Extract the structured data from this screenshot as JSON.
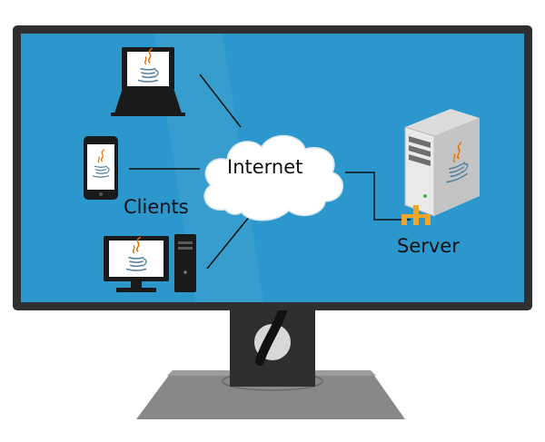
{
  "labels": {
    "internet": "Internet",
    "clients": "Clients",
    "server": "Server"
  },
  "colors": {
    "screen_blue": "#2b97cc",
    "bezel": "#2f2f2f",
    "stand_gray": "#8b8b8b",
    "cloud_white": "#ffffff",
    "java_red": "#e76f00",
    "java_blue": "#5382a1",
    "connector_orange": "#f0a62b"
  },
  "icons": {
    "laptop": "laptop-icon",
    "phone": "phone-icon",
    "desktop": "desktop-icon",
    "server": "server-icon",
    "cloud": "cloud-icon",
    "java": "java-cup-icon",
    "network_connector": "network-connector-icon"
  }
}
